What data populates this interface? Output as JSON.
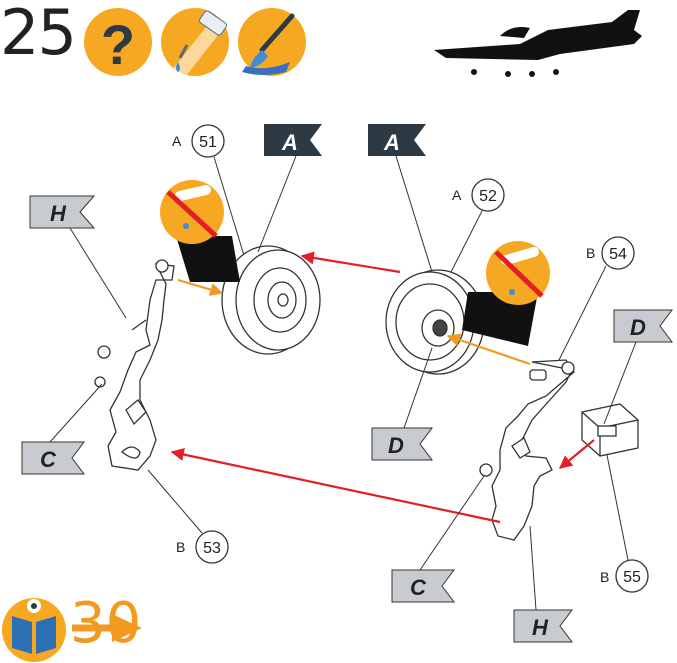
{
  "step_number": "25",
  "reference_page": "30",
  "icons": [
    "question-icon",
    "glue-bottle-icon",
    "paint-brush-icon",
    "no-glue-icon",
    "reference-book-icon",
    "aircraft-silhouette-icon"
  ],
  "parts": [
    {
      "sprue": "A",
      "number": "51"
    },
    {
      "sprue": "A",
      "number": "52"
    },
    {
      "sprue": "B",
      "number": "53"
    },
    {
      "sprue": "B",
      "number": "54"
    },
    {
      "sprue": "B",
      "number": "55"
    }
  ],
  "color_flags": {
    "a1": "A",
    "a2": "A",
    "h1": "H",
    "h2": "H",
    "c1": "C",
    "c2": "C",
    "d1": "D",
    "d2": "D"
  },
  "colors": {
    "accent_orange": "#f7a823",
    "arrow_red": "#e31e24",
    "arrow_orange": "#f29a1f",
    "flag_dark": "#2d3a44",
    "flag_light": "#c8ccd0"
  }
}
